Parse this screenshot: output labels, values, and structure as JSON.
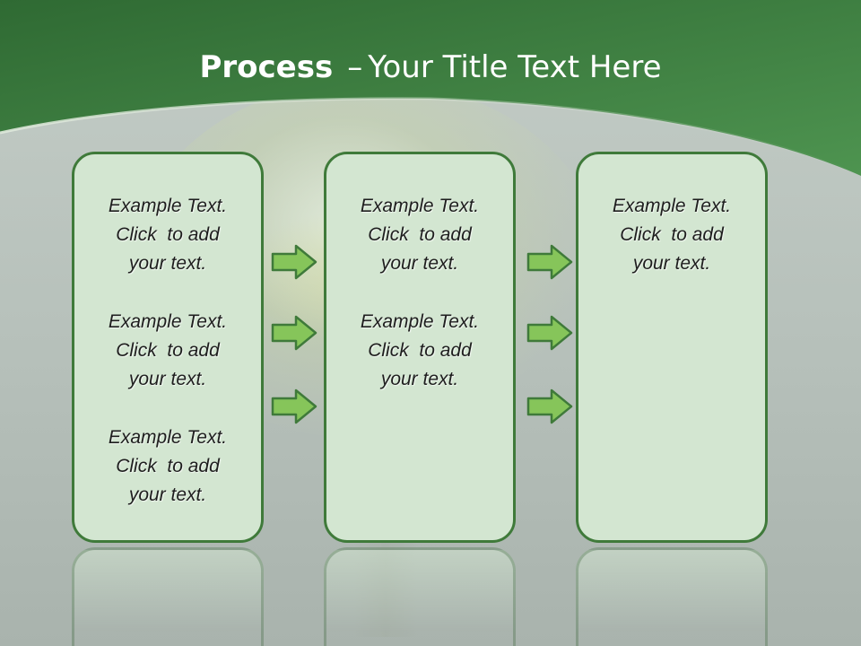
{
  "title": {
    "strong": "Process",
    "separator": "–",
    "rest": "Your Title Text Here"
  },
  "colors": {
    "banner_dark": "#2f6a33",
    "banner_light": "#4e9450",
    "box_fill": "#d3e6d1",
    "box_border": "#3f7a3a",
    "arrow_fill": "#86c55a",
    "arrow_border": "#3f7a3a"
  },
  "columns": [
    {
      "items": [
        {
          "line1": "Example Text.",
          "line2": "Click  to add",
          "line3": "your text."
        },
        {
          "line1": "Example Text.",
          "line2": "Click  to add",
          "line3": "your text."
        },
        {
          "line1": "Example Text.",
          "line2": "Click  to add",
          "line3": "your text."
        }
      ]
    },
    {
      "items": [
        {
          "line1": "Example Text.",
          "line2": "Click  to add",
          "line3": "your text."
        },
        {
          "line1": "Example Text.",
          "line2": "Click  to add",
          "line3": "your text."
        }
      ]
    },
    {
      "items": [
        {
          "line1": "Example Text.",
          "line2": "Click  to add",
          "line3": "your text."
        }
      ]
    }
  ],
  "arrows": {
    "icon": "right-arrow-icon",
    "count_between_each_column": 3
  }
}
